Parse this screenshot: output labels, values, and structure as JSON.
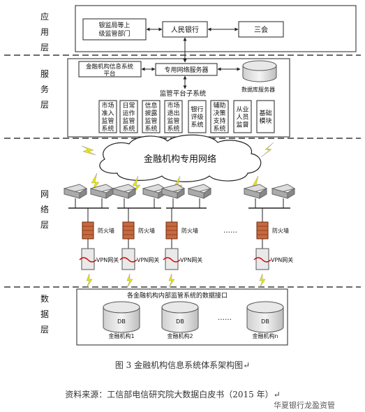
{
  "layers": {
    "application": {
      "label": "应用层"
    },
    "service": {
      "label": "服务层"
    },
    "network": {
      "label": "网络层"
    },
    "data": {
      "label": "数据层"
    }
  },
  "app": {
    "regulator": "银监局等上级监管部门",
    "pboc": "人民银行",
    "third": "三会"
  },
  "service": {
    "platform": "金融机构信息系统平台",
    "network_server": "专用网络服务器",
    "db_server": "数据库服务器",
    "subsystem_title": "监管平台子系统",
    "subsystems": [
      "市场准入监管系统",
      "日常运作监管系统",
      "信息披露监管系统",
      "市场退出监管系统",
      "银行评级系统",
      "辅助决策支持系统",
      "从业人员监督",
      "基础模块"
    ]
  },
  "network": {
    "cloud": "金融机构专用网络",
    "firewall": "防火墙",
    "vpn": "VPN网关",
    "ellipsis": "……"
  },
  "data": {
    "interface_title": "各金融机构内部监管系统的数据接口",
    "db_label": "DB",
    "institutions": [
      "金融机构1",
      "金融机构2",
      "金融机构n"
    ],
    "ellipsis": "……"
  },
  "caption": "图 3  金融机构信息系统体系架构图↵",
  "source": "资料来源：工信部电信研究院大数据白皮书（2015 年）↵",
  "watermark": "华夏银行龙盈资管",
  "colors": {
    "line": "#222",
    "firewall": "#c9693f",
    "lightning": "#e6e600",
    "router": "#888"
  }
}
